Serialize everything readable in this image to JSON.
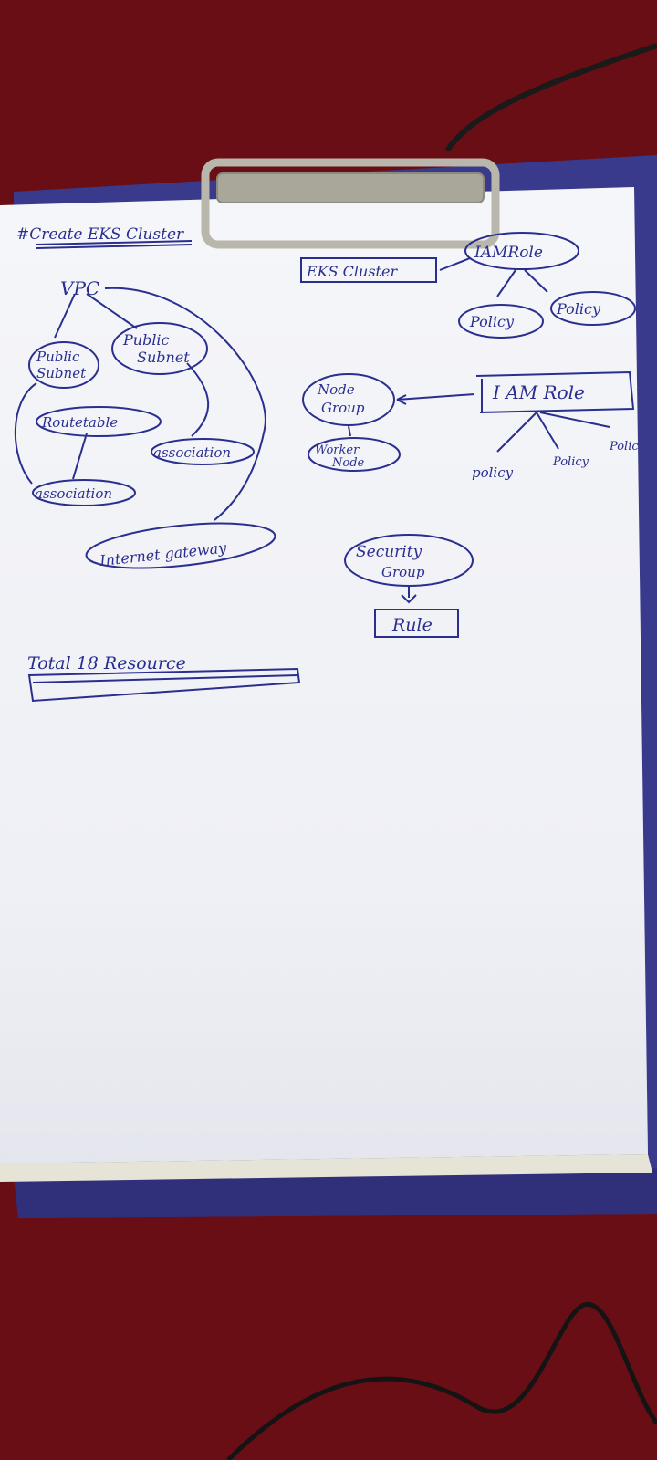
{
  "colors": {
    "carpet": "#6e0f16",
    "board": "#3a3a8c",
    "paper": "#f3f4f8",
    "ink": "#2a2f8f",
    "clip": "#b9b6ab"
  },
  "notes": {
    "heading": "#Create EKS Cluster",
    "left": {
      "vpc": "VPC",
      "public_subnet_1": [
        "Public",
        "Subnet"
      ],
      "public_subnet_2": [
        "Public",
        "Subnet"
      ],
      "route_table": "Routetable",
      "association_1": "association",
      "association_2": "association",
      "internet_gateway": "Internet gateway"
    },
    "right": {
      "eks_cluster": "EKS Cluster",
      "iam_role_top": "IAMRole",
      "policy_top_1": "Policy",
      "policy_top_2": "Policy",
      "node_group": [
        "Node",
        "Group"
      ],
      "worker_node": [
        "Worker",
        "Node"
      ],
      "iam_role_mid": "I AM Role",
      "policy_mid_1": "policy",
      "policy_mid_2": "Policy",
      "policy_mid_3": "Polic",
      "security_group": [
        "Security",
        "Group"
      ],
      "rule": "Rule"
    },
    "total": "Total 18 Resource"
  }
}
